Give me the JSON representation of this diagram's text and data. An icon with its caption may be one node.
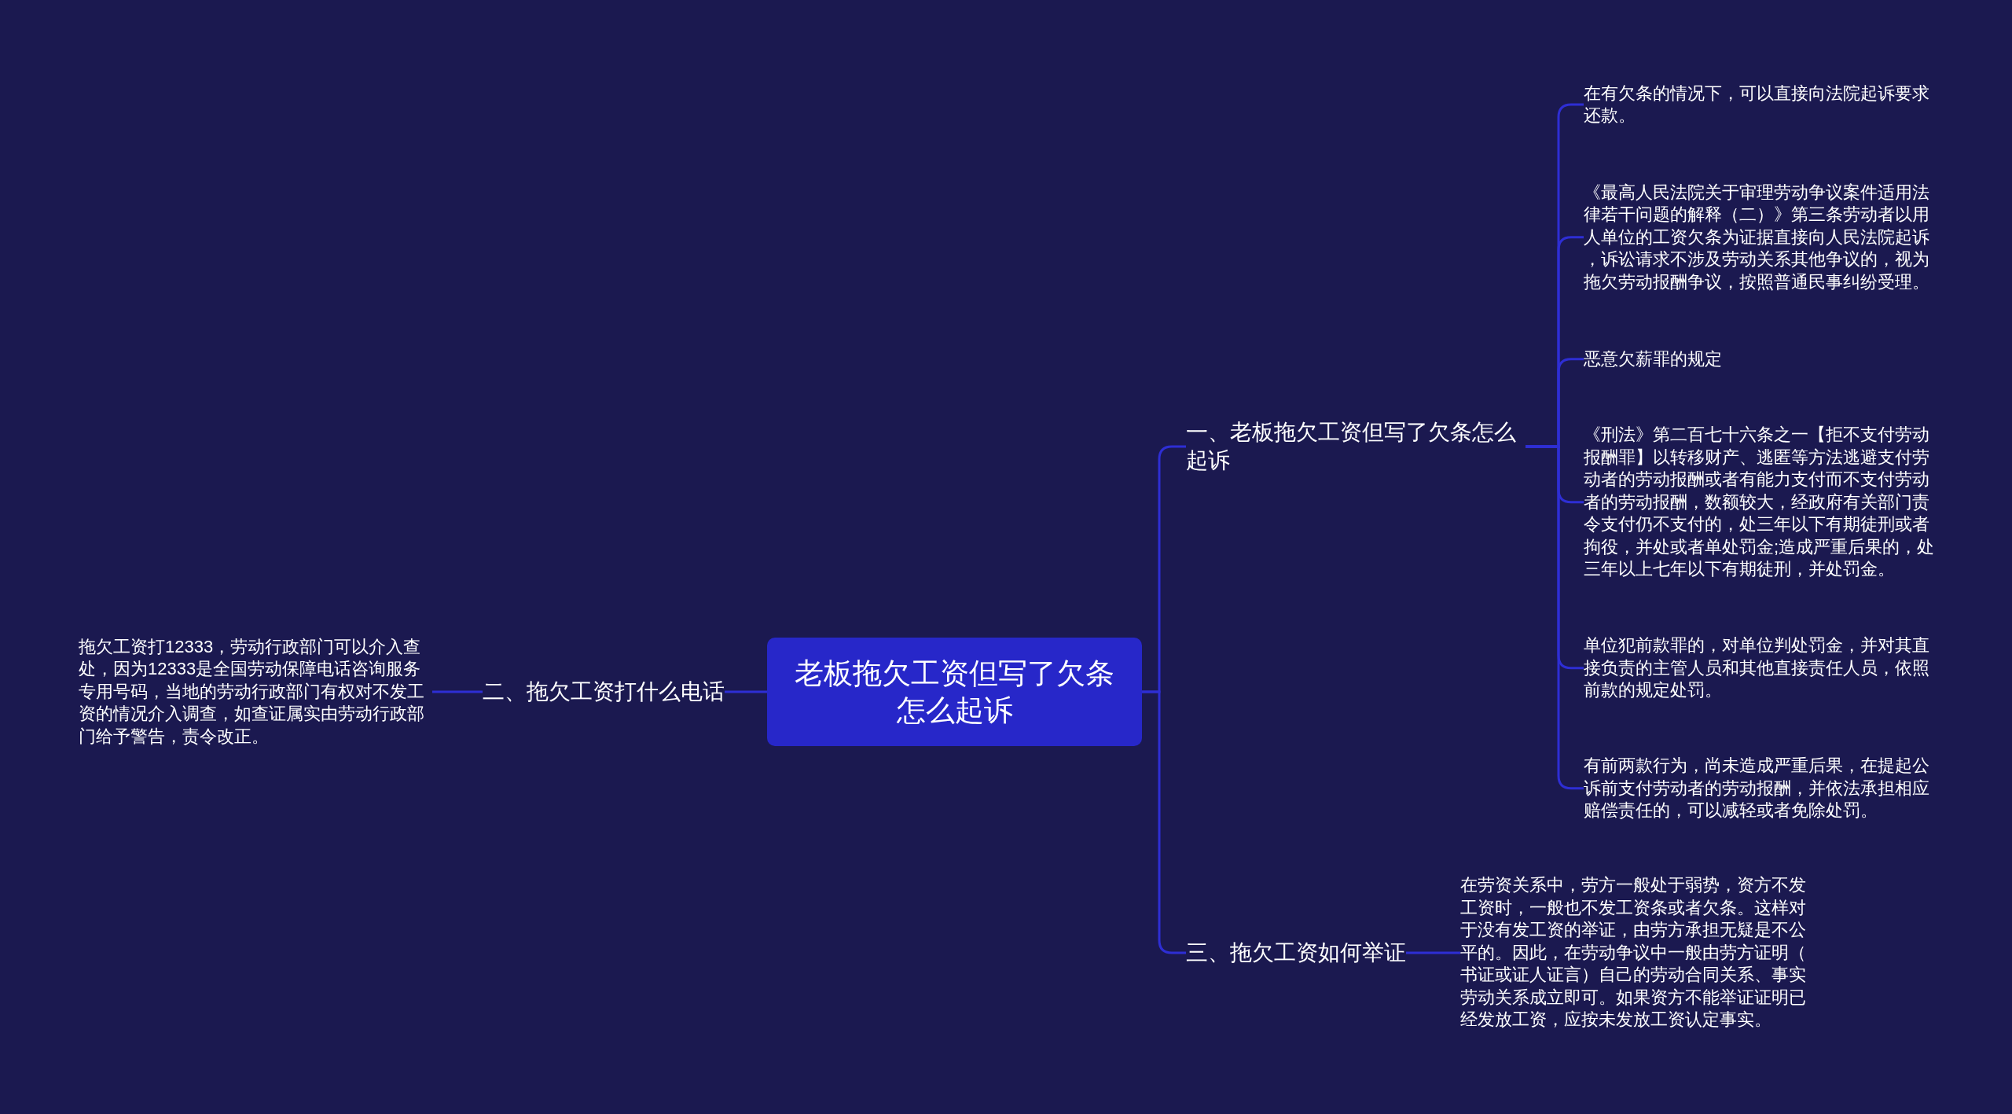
{
  "diagram": {
    "nodes": [
      {
        "text": [
          "老板拖欠工资但写了欠条怎么起诉"
        ]
      },
      {
        "text": [
          "一、老板拖欠工资但写了欠条怎么起诉"
        ]
      },
      {
        "text": [
          "在有欠条的情况下，可以直接向法院起诉要求还款。"
        ]
      },
      {
        "text": [
          "《最高人民法院关于审理劳动争议案件适用法律若干问题的解释（二）》第三条劳动者以用人单位的工资欠条为证据直接向人民法院起诉，诉讼请求不涉及劳动关系其他争议的，视为拖欠劳动报酬争议，按照普通民事纠纷受理。"
        ]
      },
      {
        "text": [
          "恶意欠薪罪的规定"
        ]
      },
      {
        "text": [
          "《刑法》第二百七十六条之一【拒不支付劳动报酬罪】以转移财产、逃匿等方法逃避支付劳动者的劳动报酬或者有能力支付而不支付劳动者的劳动报酬，数额较大，经政府有关部门责令支付仍不支付的，处三年以下有期徒刑或者拘役，并处或者单处罚金;造成严重后果的，处三年以上七年以下有期徒刑，并处罚金。"
        ]
      },
      {
        "text": [
          "单位犯前款罪的，对单位判处罚金，并对其直接负责的主管人员和其他直接责任人员，依照前款的规定处罚。"
        ]
      },
      {
        "text": [
          "有前两款行为，尚未造成严重后果，在提起公诉前支付劳动者的劳动报酬，并依法承担相应赔偿责任的，可以减轻或者免除处罚。"
        ]
      },
      {
        "text": [
          "二、拖欠工资打什么电话"
        ]
      },
      {
        "text": [
          "拖欠工资打12333，劳动行政部门可以介入查处，因为12333是全国劳动保障电话咨询服务专用号码，当地的劳动行政部门有权对不发工资的情况介入调查，如查证属实由劳动行政部门给予警告，责令改正。"
        ]
      },
      {
        "text": [
          "三、拖欠工资如何举证"
        ]
      },
      {
        "text": [
          "在劳资关系中，劳方一般处于弱势，资方不发工资时，一般也不发工资条或者欠条。这样对于没有发工资的举证，由劳方承担无疑是不公平的。因此，在劳动争议中一般由劳方证明（书证或证人证言）自己的劳动合同关系、事实劳动关系成立即可。如果资方不能举证证明已经发放工资，应按未发放工资认定事实。"
        ]
      }
    ],
    "edges": [
      {
        "from": 0,
        "to": 1,
        "arrow": "none"
      },
      {
        "from": 1,
        "to": 2,
        "arrow": "none"
      },
      {
        "from": 1,
        "to": 3,
        "arrow": "none"
      },
      {
        "from": 1,
        "to": 4,
        "arrow": "none"
      },
      {
        "from": 1,
        "to": 5,
        "arrow": "none"
      },
      {
        "from": 1,
        "to": 6,
        "arrow": "none"
      },
      {
        "from": 1,
        "to": 7,
        "arrow": "none"
      },
      {
        "from": 0,
        "to": 8,
        "arrow": "none"
      },
      {
        "from": 8,
        "to": 9,
        "arrow": "none"
      },
      {
        "from": 0,
        "to": 10,
        "arrow": "none"
      },
      {
        "from": 10,
        "to": 11,
        "arrow": "none"
      }
    ]
  }
}
